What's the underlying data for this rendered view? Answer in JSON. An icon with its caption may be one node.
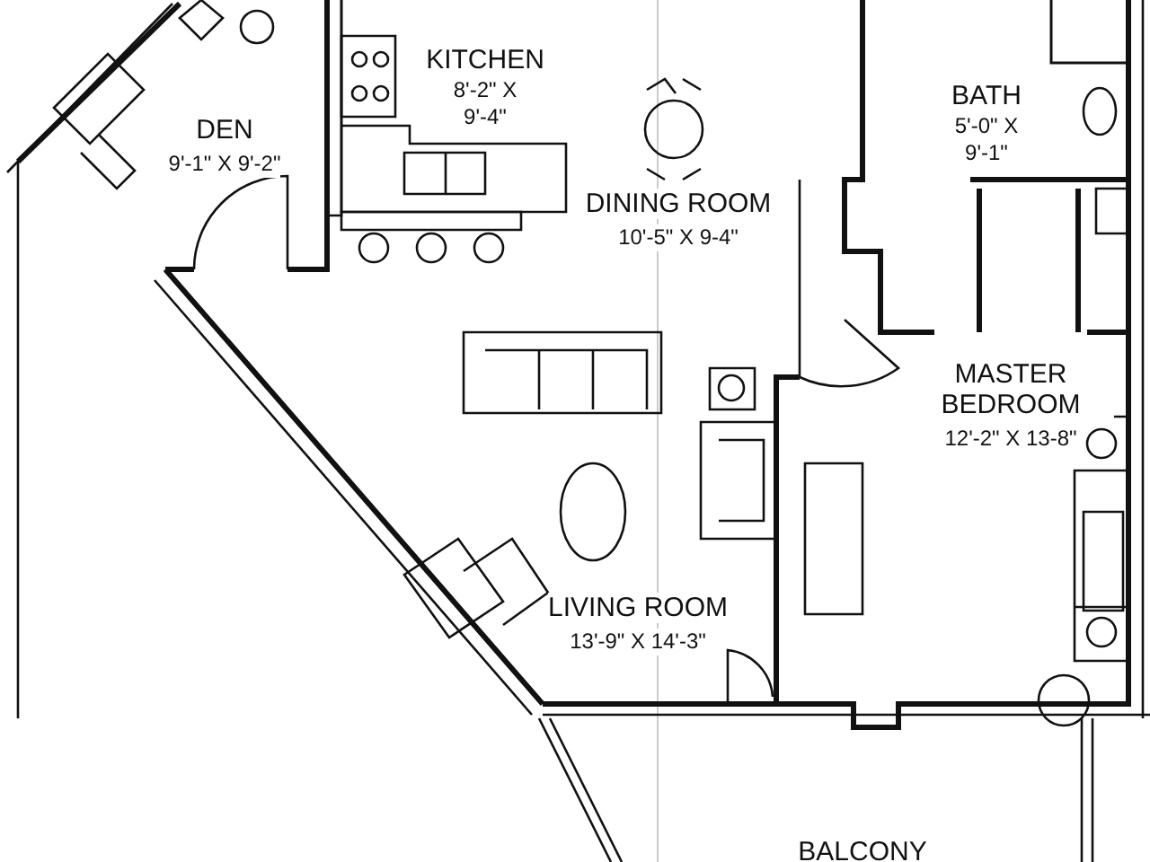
{
  "diagram": {
    "nodes": [
      {
        "text": [
          "DEN",
          "9'-1\" X 9'-2\""
        ]
      },
      {
        "text": [
          "KITCHEN",
          "8'-2\" X 9'-4\""
        ]
      },
      {
        "text": [
          "DINING ROOM",
          "10'-5\" X 9-4\""
        ]
      },
      {
        "text": [
          "BATH",
          "5'-0\" X 9'-1\""
        ]
      },
      {
        "text": [
          "MASTER BEDROOM",
          "12'-2\" X 13-8\""
        ]
      },
      {
        "text": [
          "LIVING ROOM",
          "13'-9\" X 14'-3\""
        ]
      },
      {
        "text": [
          "BALCONY"
        ]
      }
    ]
  }
}
